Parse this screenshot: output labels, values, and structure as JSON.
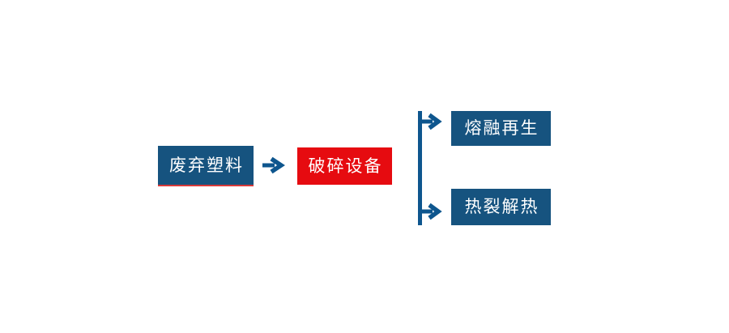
{
  "colors": {
    "background": "#ffffff",
    "box_blue": "#16537f",
    "box_red": "#e60b10",
    "arrow_blue": "#0e568e",
    "underline_red": "#d93a3a",
    "text": "#ffffff"
  },
  "flowchart": {
    "nodes": [
      {
        "id": "waste-plastic",
        "label": "废弃塑料"
      },
      {
        "id": "crushing-equipment",
        "label": "破碎设备"
      },
      {
        "id": "melt-regeneration",
        "label": "熔融再生"
      },
      {
        "id": "pyrolysis-heat",
        "label": "热裂解热"
      }
    ],
    "edges": [
      {
        "from": "waste-plastic",
        "to": "crushing-equipment",
        "type": "arrow"
      },
      {
        "from": "crushing-equipment",
        "to": "melt-regeneration",
        "type": "branch-arrow"
      },
      {
        "from": "crushing-equipment",
        "to": "pyrolysis-heat",
        "type": "branch-arrow"
      }
    ]
  }
}
